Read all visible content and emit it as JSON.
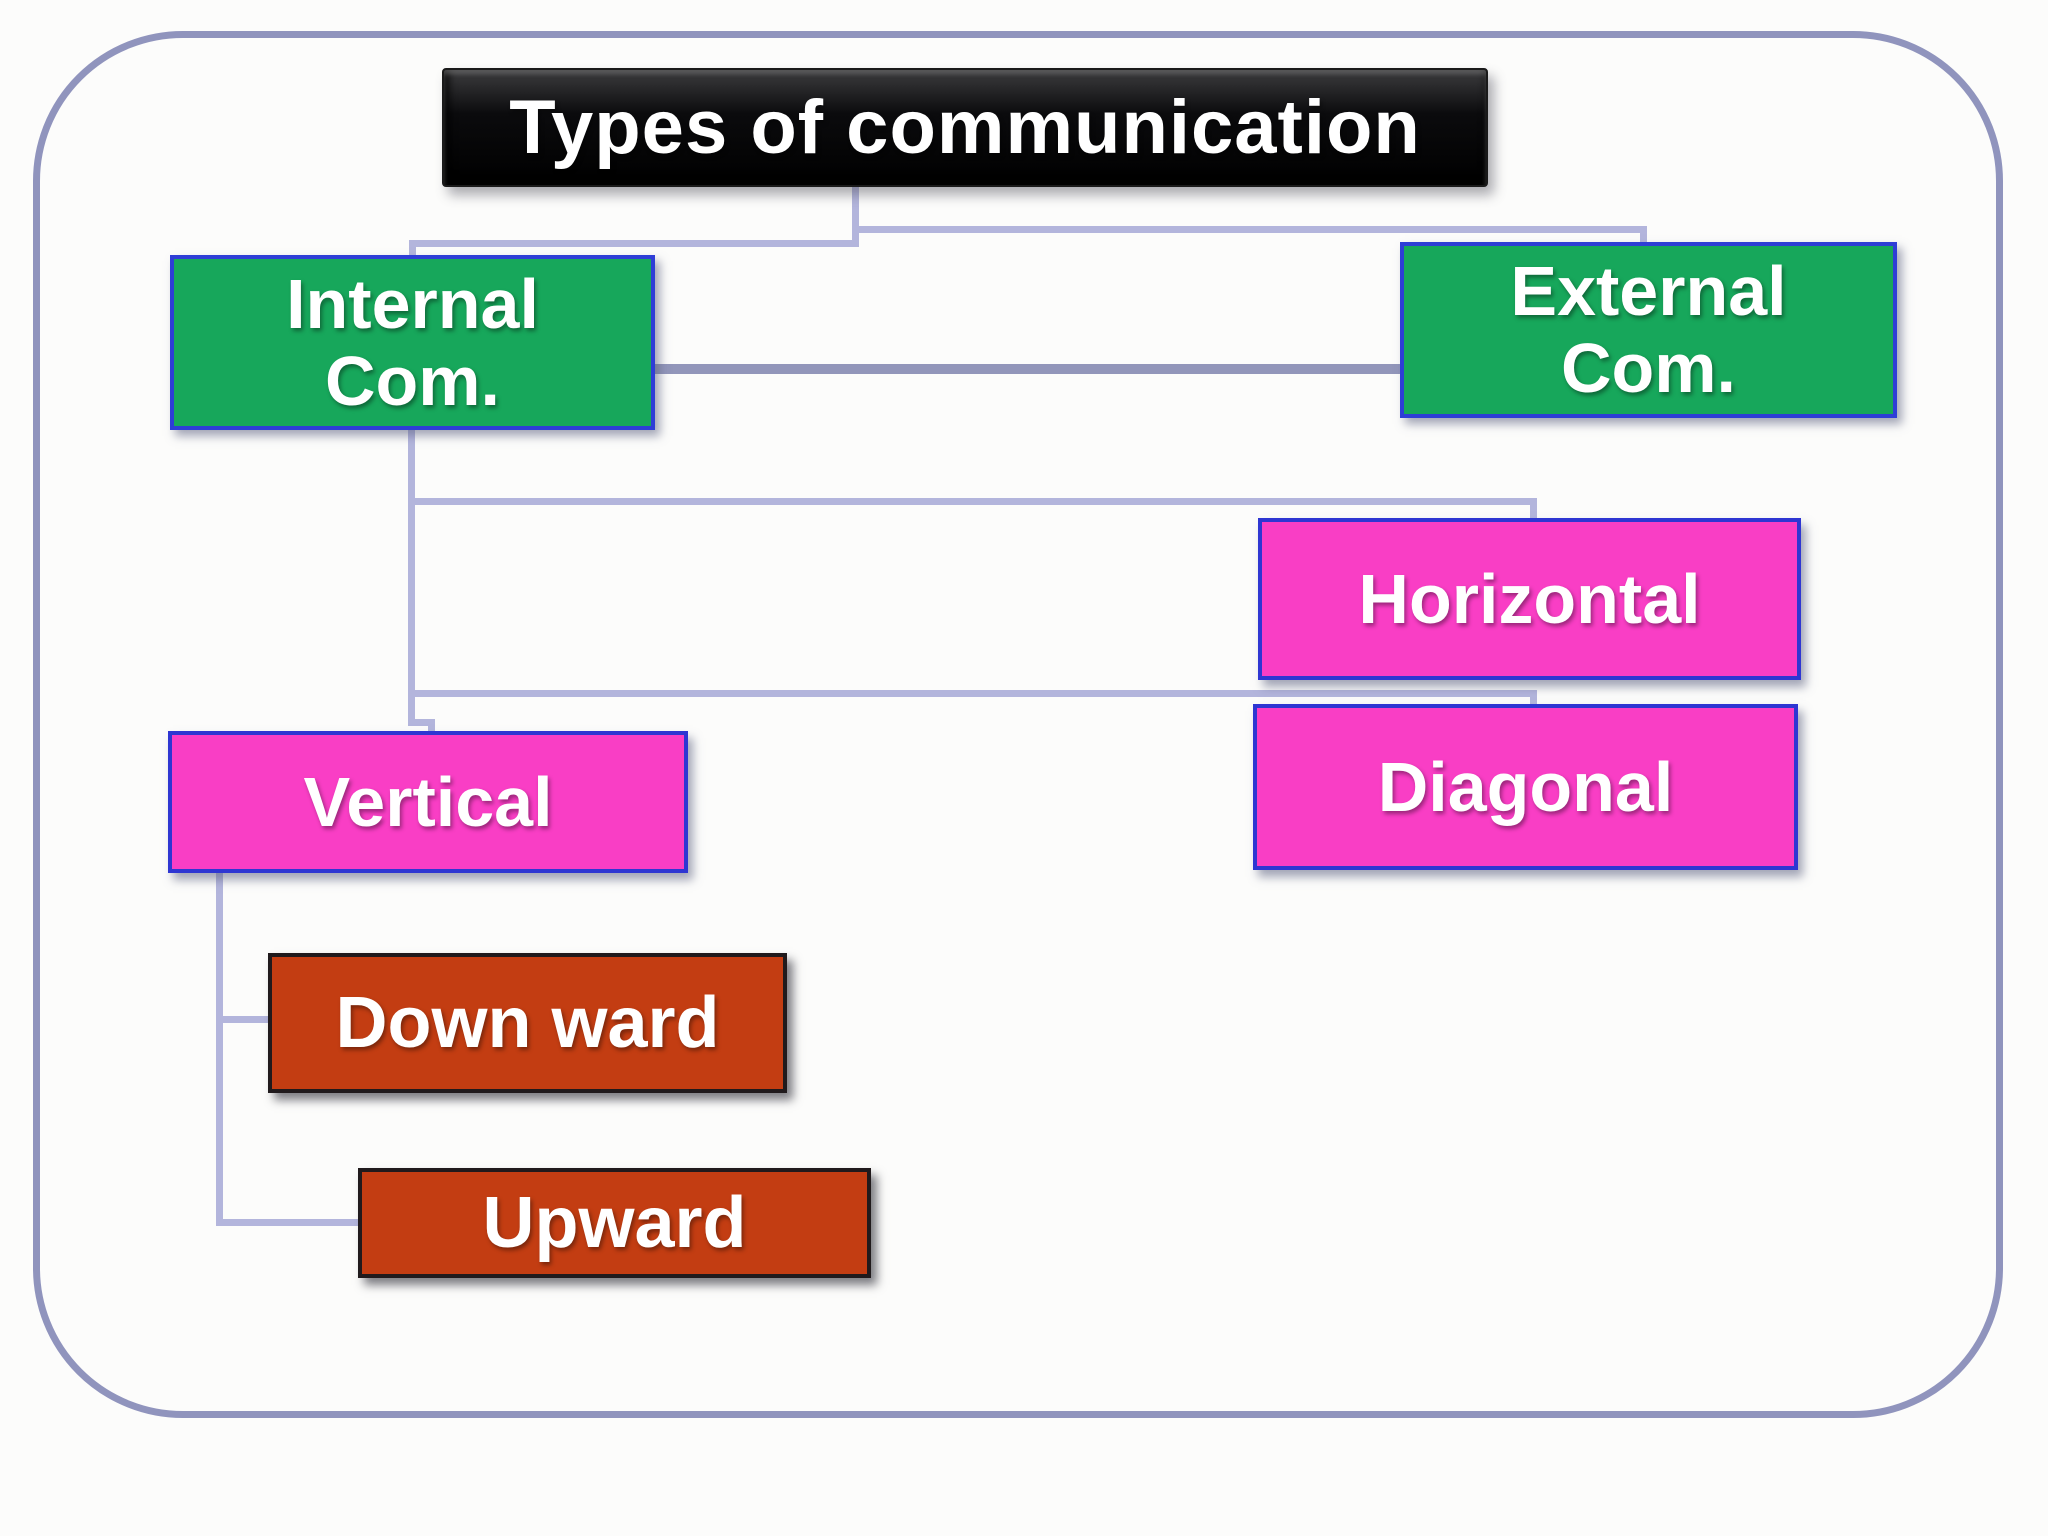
{
  "diagram": {
    "title": "Types of communication",
    "nodes": {
      "title": {
        "label": "Types of communication",
        "color": "#0b0b0d",
        "text_color": "#ffffff"
      },
      "internal": {
        "label": "Internal\nCom.",
        "color": "#17a75b",
        "text_color": "#ffffff"
      },
      "external": {
        "label": "External\nCom.",
        "color": "#17a75b",
        "text_color": "#ffffff"
      },
      "horizontal": {
        "label": "Horizontal",
        "color": "#f93ec5",
        "text_color": "#ffffff"
      },
      "diagonal": {
        "label": "Diagonal",
        "color": "#f93ec5",
        "text_color": "#ffffff"
      },
      "vertical": {
        "label": "Vertical",
        "color": "#f93ec5",
        "text_color": "#ffffff"
      },
      "downward": {
        "label": "Down ward",
        "color": "#c33d12",
        "text_color": "#ffffff"
      },
      "upward": {
        "label": "Upward",
        "color": "#c33d12",
        "text_color": "#ffffff"
      }
    },
    "connections": [
      {
        "from": "Types of communication",
        "to": "Internal Com."
      },
      {
        "from": "Types of communication",
        "to": "External Com."
      },
      {
        "from": "Internal Com.",
        "to": "External Com."
      },
      {
        "from": "Internal Com.",
        "to": "Horizontal"
      },
      {
        "from": "Internal Com.",
        "to": "Diagonal"
      },
      {
        "from": "Internal Com.",
        "to": "Vertical"
      },
      {
        "from": "Vertical",
        "to": "Down ward"
      },
      {
        "from": "Vertical",
        "to": "Upward"
      }
    ],
    "colors": {
      "green_box": "#17a75b",
      "pink_box": "#f93ec5",
      "orange_box": "#c33d12",
      "blue_border": "#2e3ed6",
      "dark_border": "#201a1c",
      "connector_line": "#b3b5dc",
      "connector_line_mid": "#9296ba",
      "outer_frame": "#9094bd",
      "title_background": "#0b0b0d",
      "background": "#fcfcfb"
    }
  }
}
